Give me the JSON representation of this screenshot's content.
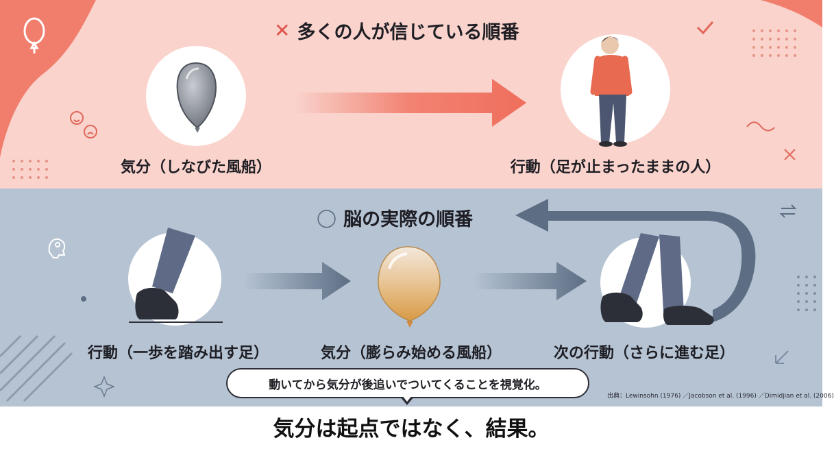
{
  "top_section": {
    "title": "多くの人が信じている順番",
    "title_mark": "✕",
    "left_label": "気分（しなびた風船）",
    "right_label": "行動（足が止まったままの人）",
    "accent_color": "#f06e5c"
  },
  "bottom_section": {
    "title": "脳の実際の順番",
    "title_mark": "◯",
    "step1_label": "行動（一歩を踏み出す足）",
    "step2_label": "気分（膨らみ始める風船）",
    "step3_label": "次の行動（さらに進む足）",
    "accent_color": "#5d6e84"
  },
  "callout": "動いてから気分が後追いでついてくることを視覚化。",
  "citation": "出典：Lewinsohn (1976) ／Jacobson et al. (1996) ／Dimidjian et al. (2006)",
  "conclusion": "気分は起点ではなく、結果。",
  "icons": [
    "balloon-outline-icon",
    "mood-faces-icon",
    "check-mark-icon",
    "x-mark-icon",
    "head-outline-icon",
    "swap-arrows-icon",
    "sparkle-icon",
    "hand-pointer-icon"
  ]
}
